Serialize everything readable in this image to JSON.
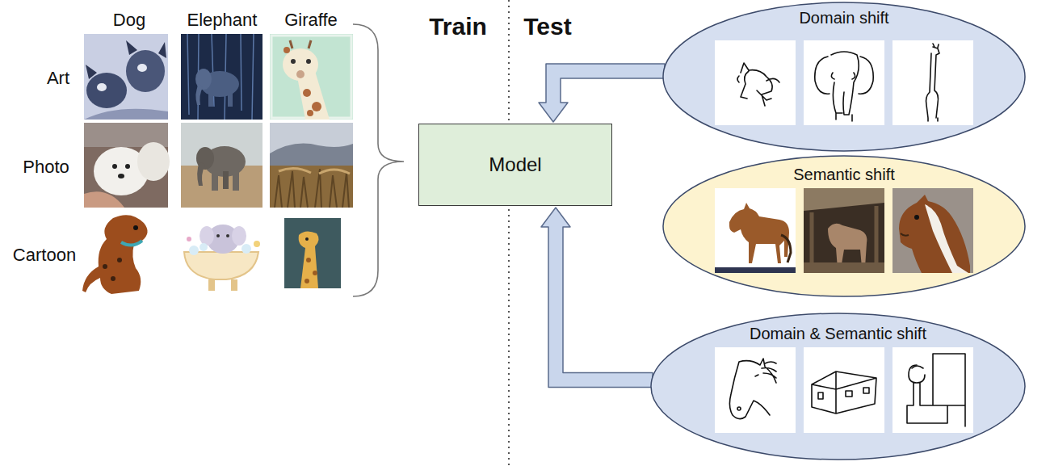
{
  "diagram": {
    "nodes": [
      {
        "text": [
          "Model"
        ]
      },
      {
        "text": [
          "Domain shift"
        ]
      },
      {
        "text": [
          "Semantic shift"
        ]
      },
      {
        "text": [
          "Domain & Semantic shift"
        ]
      }
    ],
    "edges": [
      {
        "from": 1,
        "to": 0,
        "arrow": "to"
      },
      {
        "from": 3,
        "to": 0,
        "arrow": "to"
      }
    ],
    "labels": [
      "Dog",
      "Elephant",
      "Giraffe",
      "Art",
      "Photo",
      "Cartoon",
      "Train",
      "Test"
    ]
  }
}
